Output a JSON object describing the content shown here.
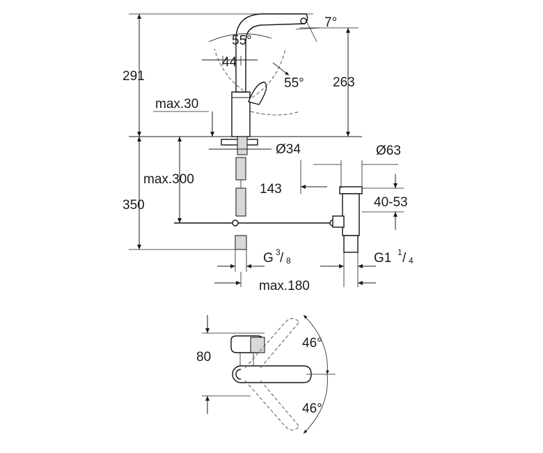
{
  "side_view": {
    "overall_height": "291",
    "spout_height": "263",
    "spout_tilt_angle": "7°",
    "lever_angle_back": "55°",
    "lever_angle_front": "55°",
    "lever_offset": "44",
    "deck_thickness": "max.30",
    "base_diameter": "Ø34",
    "waste_diameter": "Ø63",
    "waste_offset": "143",
    "flexible_length": "max.300",
    "below_deck_height": "350",
    "waste_range": "40-53",
    "inlet_thread_base": "G",
    "inlet_thread_num": "3",
    "inlet_thread_den": "8",
    "waste_thread_base": "G1",
    "waste_thread_num": "1",
    "waste_thread_den": "4",
    "waste_reach": "max.180"
  },
  "top_view": {
    "depth": "80",
    "swivel_angle_up": "46°",
    "swivel_angle_down": "46°"
  }
}
